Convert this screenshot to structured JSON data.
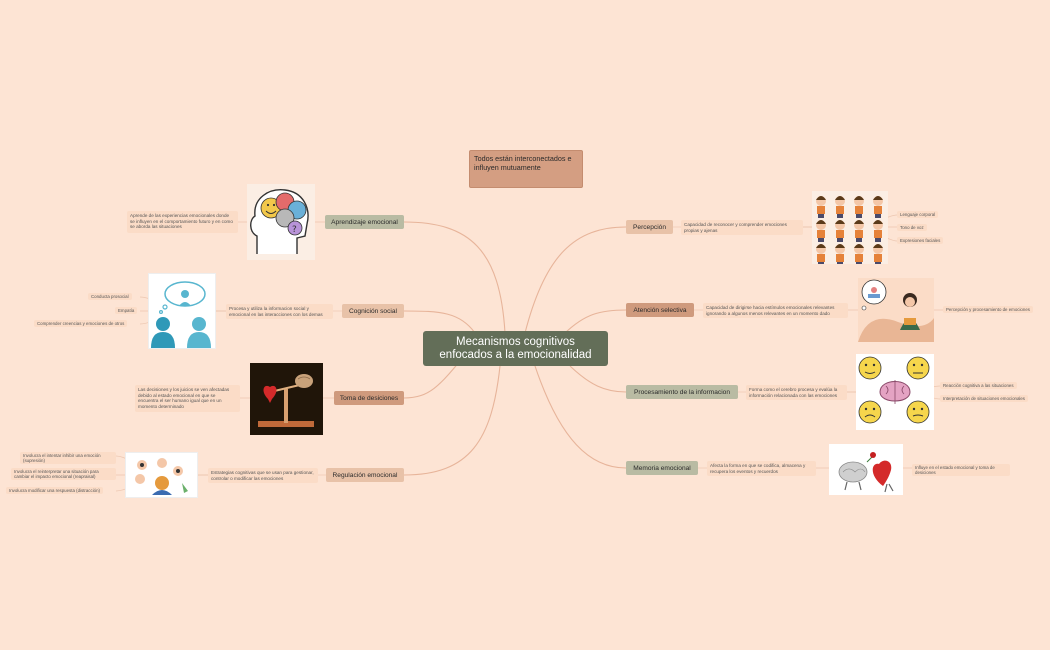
{
  "central": "Mecanismos cognitivos enfocados a la emocionalidad",
  "note": "Todos están interconectados e influyen mutuamente",
  "left": [
    {
      "label": "Aprendizaje emocional",
      "desc": "Aprende de las experiencias emocionales donde se influyen en el comportamiento futuro y en como se aborda las situaciones",
      "leaves": []
    },
    {
      "label": "Cognición social",
      "desc": "Procesa y utiliza la informacion social y emocional en las interacciones con los demas",
      "leaves": [
        "Conducta prosocial",
        "Empatía",
        "Comprender creencias y emociones de otros"
      ]
    },
    {
      "label": "Toma de desiciones",
      "desc": "Las decisiones y los juicios se ven afectadas debido al estado emocional en que se encuentra el ser humano igual que en un momento determinado",
      "leaves": []
    },
    {
      "label": "Regulación emocional",
      "desc": "Estrategias cognitivas que se usan para gestionar, controlar o modificar las emociones",
      "leaves": [
        "Involucra el intentar inhibir una emoción (supresión)",
        "Involucra el reinterpretar una situación para cambiar el impacto emocional (reapraisal)",
        "Involucra modificar una respuesta (distracción)"
      ]
    }
  ],
  "right": [
    {
      "label": "Percepción",
      "desc": "Capacidad de reconocer y comprender emociones propias y ajenas",
      "leaves": [
        "Lenguaje corporal",
        "Tono de voz",
        "Expresiones faciales"
      ]
    },
    {
      "label": "Atención selectiva",
      "desc": "Capacidad de dirigirse hacia estímulos emocionales relevantes ignorando a algunos menos relevantes en un momento dado",
      "leaves": [
        "Percepción y procesamiento de emociones"
      ]
    },
    {
      "label": "Procesamiento de la informacion",
      "desc": "Forma como el cerebro procesa y evalúa la información relacionada con las emociones",
      "leaves": [
        "Reacción cognitiva a las situaciones",
        "Interpretación de situaciones emocionales"
      ]
    },
    {
      "label": "Memoria emocional",
      "desc": "Afecta la forma en que se codifica, almacena y recupera los eventos y recuerdos",
      "leaves": [
        "Influye en el estado emocional y toma de desiciones"
      ]
    }
  ],
  "colors": {
    "background": "#fde4d4",
    "central": "#636e58",
    "green": "#b9bba3",
    "tan": "#e8c2a8",
    "rust": "#cf9a7d",
    "line": "#e7bba0"
  }
}
